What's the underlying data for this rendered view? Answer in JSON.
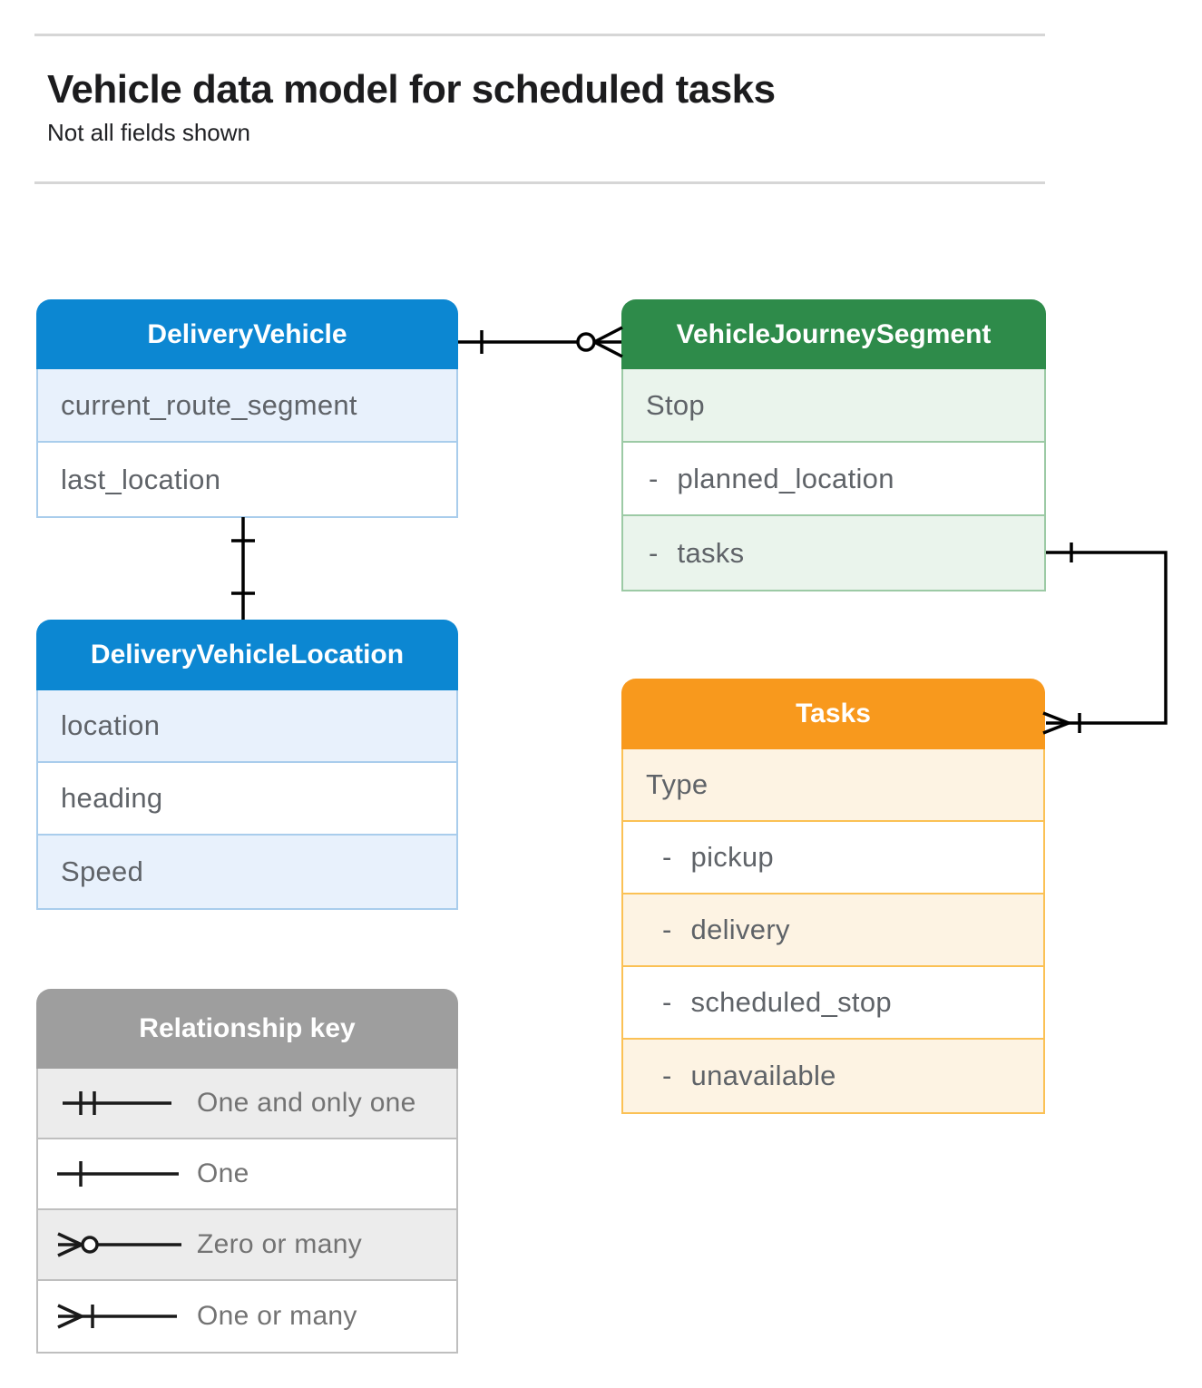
{
  "header": {
    "title": "Vehicle data model for scheduled tasks",
    "subtitle": "Not all fields shown"
  },
  "entities": {
    "delivery_vehicle": {
      "title": "DeliveryVehicle",
      "fields": [
        "current_route_segment",
        "last_location"
      ]
    },
    "vehicle_journey_segment": {
      "title": "VehicleJourneySegment",
      "fields": [
        "Stop",
        "- planned_location",
        "- tasks"
      ]
    },
    "delivery_vehicle_location": {
      "title": "DeliveryVehicleLocation",
      "fields": [
        "location",
        "heading",
        "Speed"
      ]
    },
    "tasks": {
      "title": "Tasks",
      "fields": [
        "Type",
        "- pickup",
        "- delivery",
        "- scheduled_stop",
        "- unavailable"
      ]
    }
  },
  "legend": {
    "title": "Relationship key",
    "items": [
      {
        "symbol": "one-and-only-one",
        "label": "One and only one"
      },
      {
        "symbol": "one",
        "label": "One"
      },
      {
        "symbol": "zero-or-many",
        "label": "Zero or many"
      },
      {
        "symbol": "one-or-many",
        "label": "One or many"
      }
    ]
  },
  "relationships": [
    {
      "from": "DeliveryVehicle",
      "to": "VehicleJourneySegment",
      "from_cardinality": "one",
      "to_cardinality": "zero-or-many"
    },
    {
      "from": "DeliveryVehicle",
      "to": "DeliveryVehicleLocation",
      "from_cardinality": "one",
      "to_cardinality": "one"
    },
    {
      "from": "VehicleJourneySegment.tasks",
      "to": "Tasks",
      "from_cardinality": "one",
      "to_cardinality": "one-or-many"
    }
  ],
  "colors": {
    "blue_header": "#0c87d2",
    "blue_tint": "#e8f1fc",
    "green_header": "#2e8b4a",
    "green_tint": "#eaf4ec",
    "orange_header": "#f8991d",
    "orange_tint": "#fdf3e3",
    "gray_header": "#9e9e9e",
    "gray_tint": "#ececec",
    "divider": "#d6d6d6",
    "field_text": "#5f6368",
    "connector": "#000000"
  }
}
